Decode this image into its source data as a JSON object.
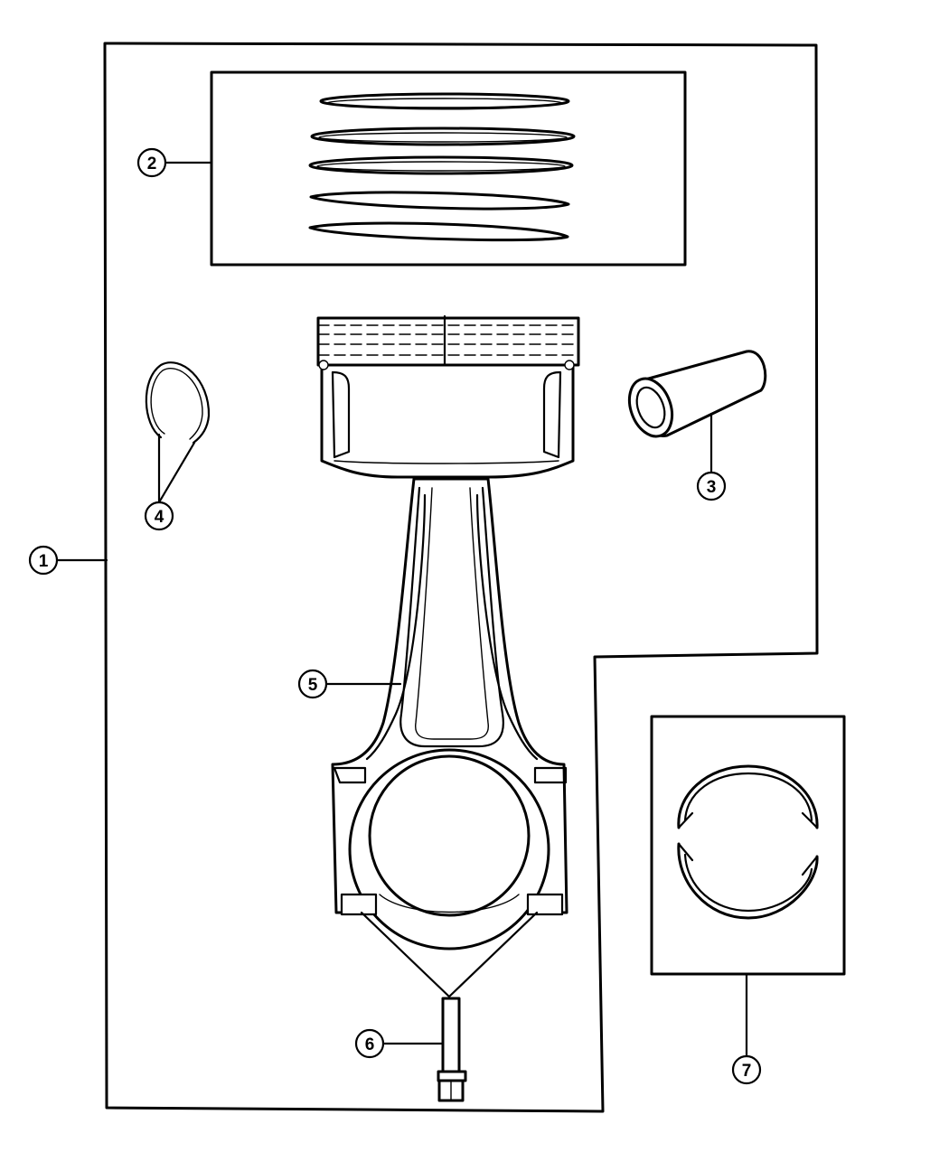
{
  "diagram": {
    "callouts": [
      {
        "id": "1",
        "label": "1"
      },
      {
        "id": "2",
        "label": "2"
      },
      {
        "id": "3",
        "label": "3"
      },
      {
        "id": "4",
        "label": "4"
      },
      {
        "id": "5",
        "label": "5"
      },
      {
        "id": "6",
        "label": "6"
      },
      {
        "id": "7",
        "label": "7"
      }
    ],
    "parts": {
      "piston_rings": "piston-rings-icon",
      "piston": "piston-icon",
      "piston_pin": "piston-pin-icon",
      "retainer_clip": "retainer-clip-icon",
      "connecting_rod": "connecting-rod-icon",
      "rod_bolt": "bolt-icon",
      "rod_bearing": "bearing-icon"
    },
    "colors": {
      "line": "#000000",
      "background": "#ffffff"
    }
  }
}
